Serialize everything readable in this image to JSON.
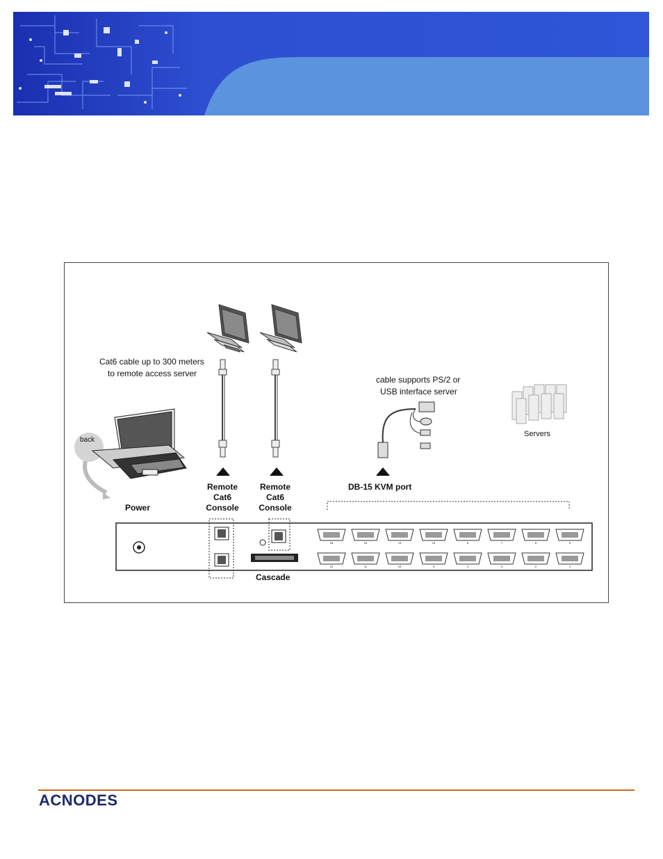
{
  "banner": {
    "accent": "#5b93de",
    "circuit_color": "#1a2fb0"
  },
  "diagram": {
    "labels": {
      "cat6_cable": "Cat6 cable up to 300 meters",
      "cat6_cable_2": "to remote access server",
      "cable_support": "cable supports PS/2 or",
      "cable_support_2": "USB interface server",
      "servers": "Servers",
      "back": "back",
      "power": "Power",
      "remote_1": "Remote",
      "cat6_1": "Cat6",
      "console_1": "Console",
      "remote_2": "Remote",
      "cat6_2": "Cat6",
      "console_2": "Console",
      "db15": "DB-15 KVM port",
      "cascade": "Cascade"
    },
    "top_port_numbers": [
      "16",
      "15",
      "14",
      "13",
      "8",
      "7",
      "6",
      "5"
    ],
    "bottom_port_numbers": [
      "12",
      "11",
      "10",
      "9",
      "4",
      "3",
      "2",
      "1"
    ]
  },
  "footer": {
    "logo": "ACNODES",
    "line_color": "#d2691e"
  }
}
